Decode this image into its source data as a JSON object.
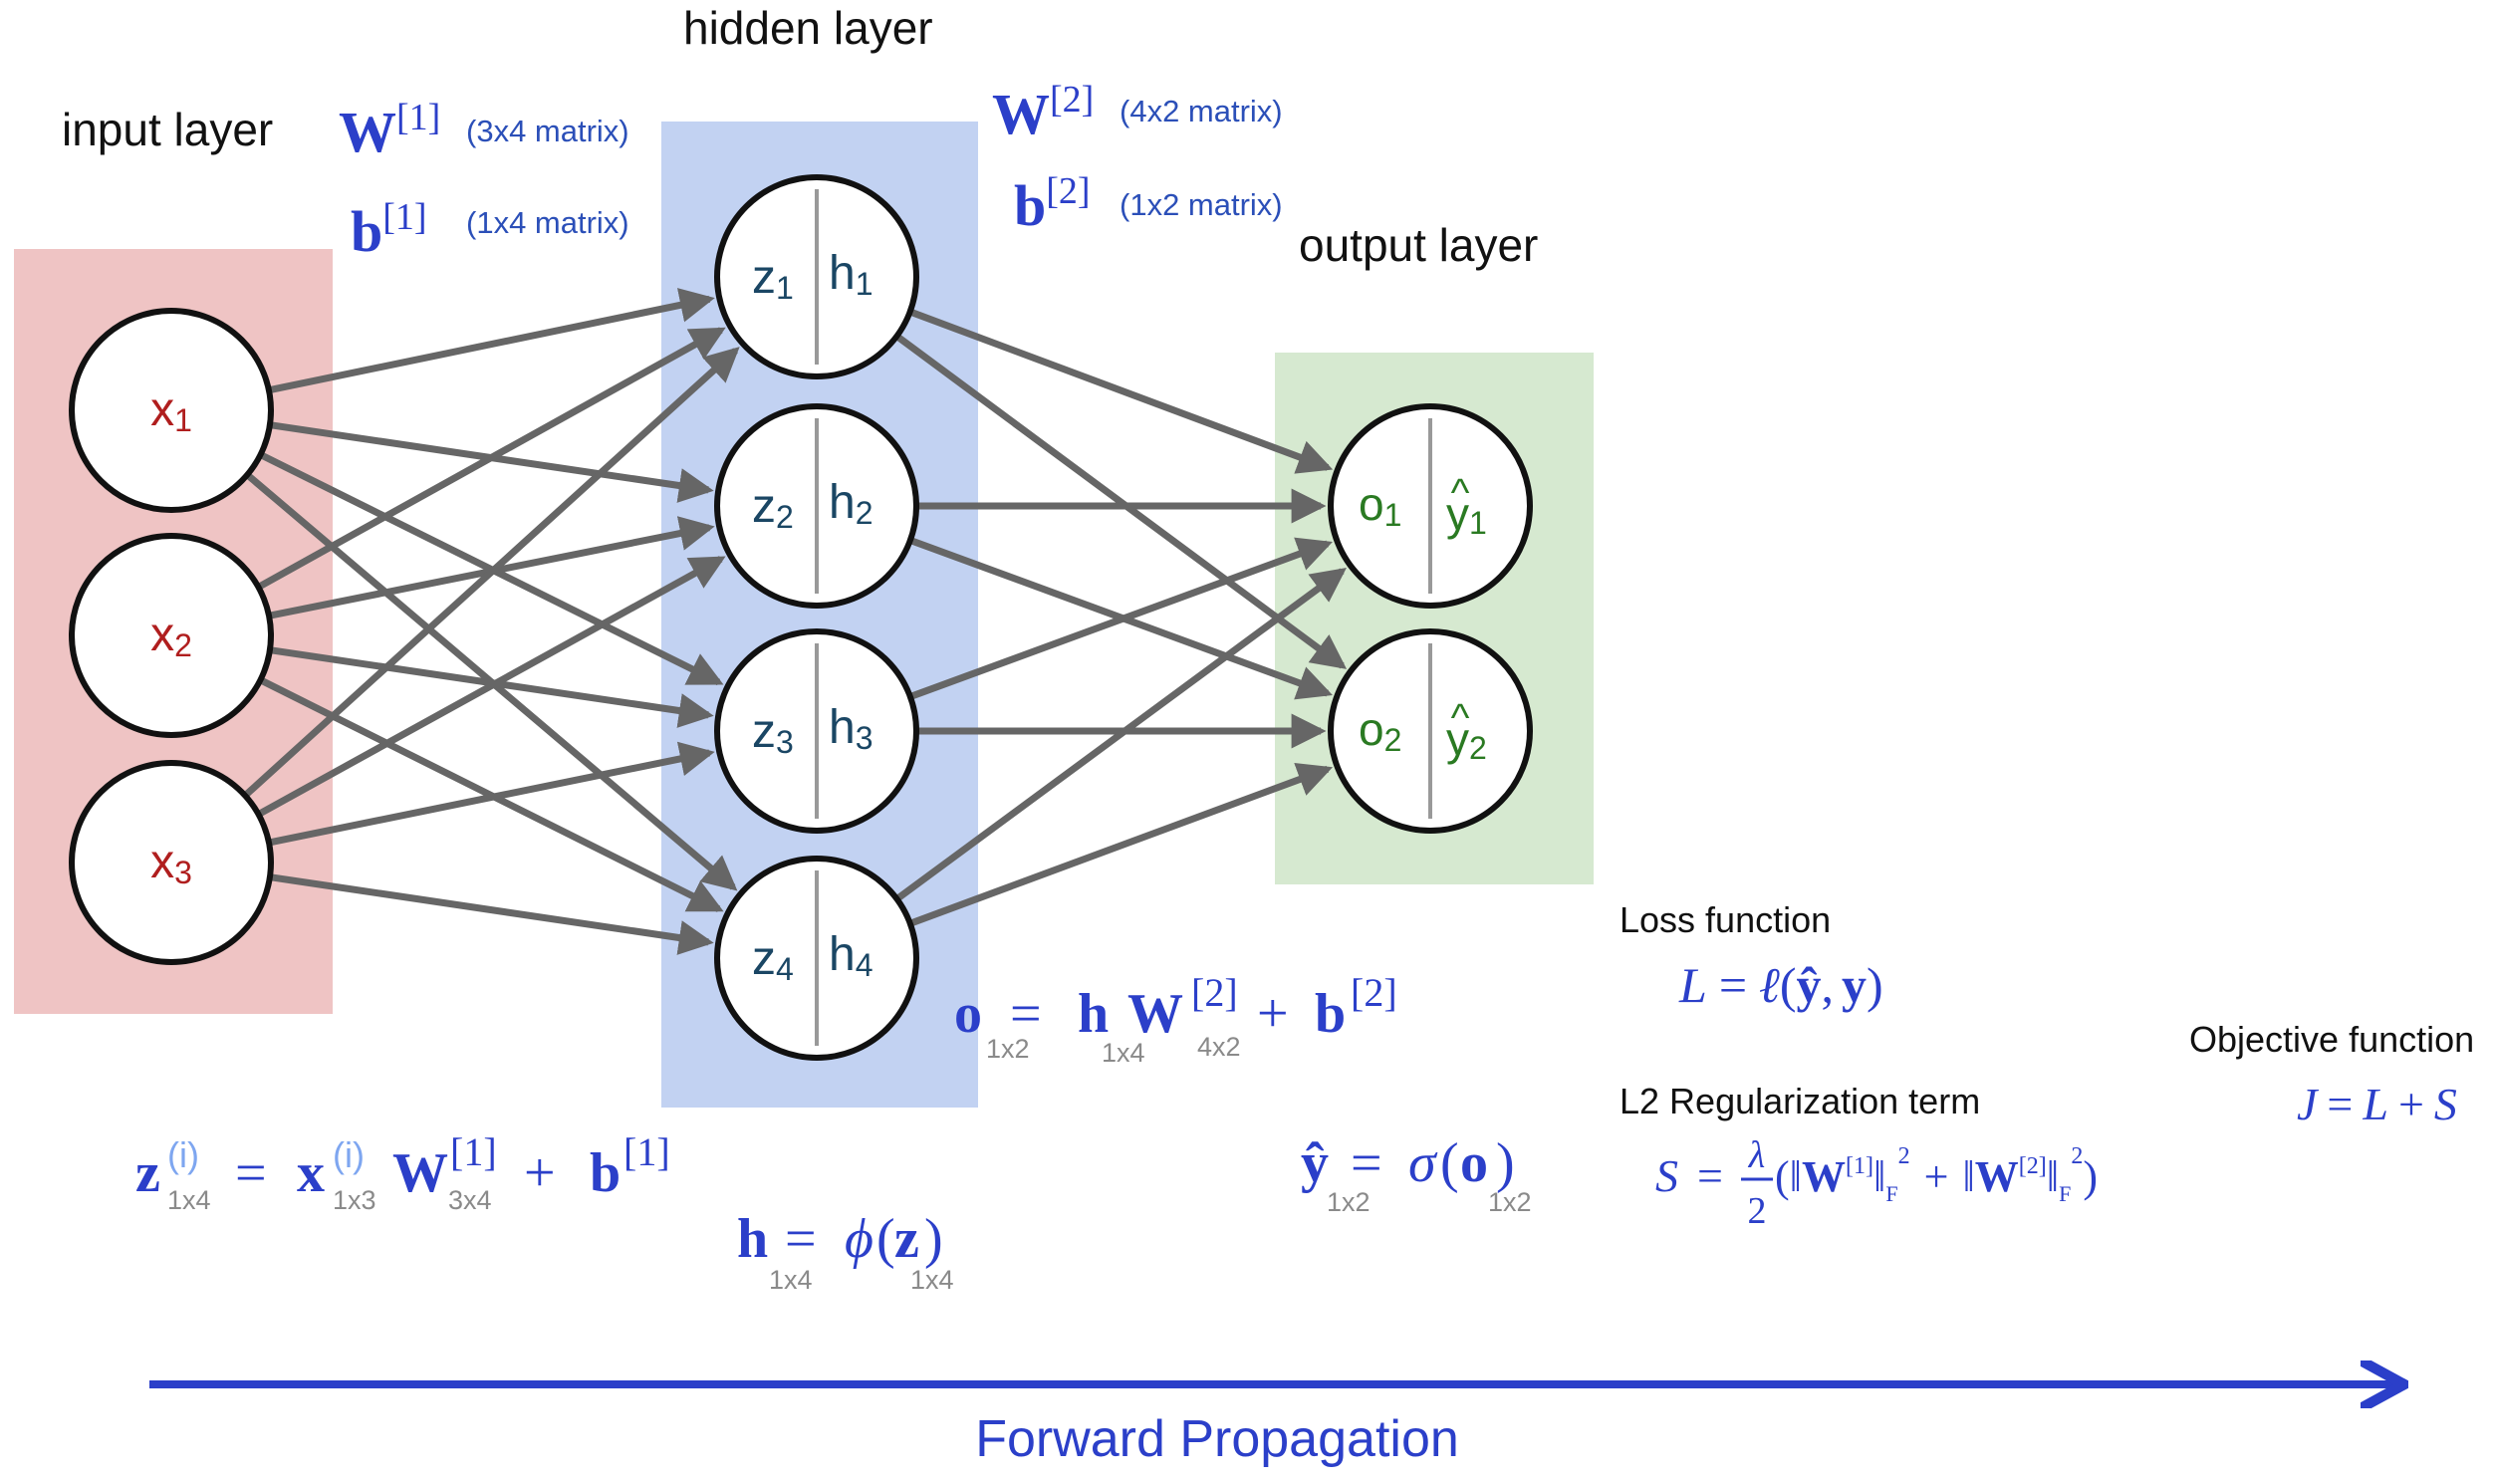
{
  "layers": {
    "input": {
      "title": "input layer",
      "nodes": [
        {
          "base": "x",
          "sub": "1"
        },
        {
          "base": "x",
          "sub": "2"
        },
        {
          "base": "x",
          "sub": "3"
        }
      ]
    },
    "hidden": {
      "title": "hidden layer",
      "nodes": [
        {
          "z": "z",
          "zs": "1",
          "h": "h",
          "hs": "1"
        },
        {
          "z": "z",
          "zs": "2",
          "h": "h",
          "hs": "2"
        },
        {
          "z": "z",
          "zs": "3",
          "h": "h",
          "hs": "3"
        },
        {
          "z": "z",
          "zs": "4",
          "h": "h",
          "hs": "4"
        }
      ]
    },
    "output": {
      "title": "output layer",
      "nodes": [
        {
          "o": "o",
          "os": "1",
          "y": "y",
          "hat": "^",
          "ys": "1"
        },
        {
          "o": "o",
          "os": "2",
          "y": "y",
          "hat": "^",
          "ys": "2"
        }
      ]
    }
  },
  "params": {
    "w1": {
      "sym": "W",
      "sup": "[1]",
      "note": "(3x4 matrix)"
    },
    "b1": {
      "sym": "b",
      "sup": "[1]",
      "note": "(1x4 matrix)"
    },
    "w2": {
      "sym": "W",
      "sup": "[2]",
      "note": "(4x2 matrix)"
    },
    "b2": {
      "sym": "b",
      "sup": "[2]",
      "note": "(1x2 matrix)"
    }
  },
  "equations": {
    "z": {
      "z": "z",
      "zsup": "(i)",
      "zsub": "1x4",
      "eq": "=",
      "x": "x",
      "xsup": "(i)",
      "xsub": "1x3",
      "W": "W",
      "Wsup": "[1]",
      "Wsub": "3x4",
      "plus": "+",
      "b": "b",
      "bsup": "[1]"
    },
    "h": {
      "h": "h",
      "hsub": "1x4",
      "eq": "=",
      "phi": "ϕ",
      "open": "(",
      "z": "z",
      "close": ")",
      "zsub": "1x4"
    },
    "o": {
      "o": "o",
      "osub": "1x2",
      "eq": "=",
      "h": "h",
      "hsub": "1x4",
      "W": "W",
      "Wsup": "[2]",
      "Wsub": "4x2",
      "plus": "+",
      "b": "b",
      "bsup": "[2]"
    },
    "yhat": {
      "y": "ŷ",
      "ysub": "1x2",
      "eq": "=",
      "sigma": "σ",
      "open": "(",
      "o": "o",
      "close": ")",
      "osub": "1x2"
    }
  },
  "loss": {
    "title": "Loss function",
    "L": "L",
    "eq": "=",
    "ell": "ℓ",
    "open": "(",
    "yhat": "ŷ",
    "comma": ",",
    "y": "y",
    "close": ")"
  },
  "regularization": {
    "title": "L2 Regularization term",
    "S": "S",
    "eq": "=",
    "lambda": "λ",
    "two": "2",
    "open": "(",
    "norm1": "‖",
    "W1": "W",
    "W1sup": "[1]",
    "norm1b": "‖",
    "F1": "F",
    "sq1": "2",
    "plus": "+",
    "norm2": "‖",
    "W2": "W",
    "W2sup": "[2]",
    "norm2b": "‖",
    "F2": "F",
    "sq2": "2",
    "close": ")"
  },
  "objective": {
    "title": "Objective function",
    "J": "J",
    "eq": "=",
    "L": "L",
    "plus": "+",
    "S": "S"
  },
  "arrow": {
    "label": "Forward Propagation"
  },
  "colors": {
    "input_bg": "#efc4c4",
    "hidden_bg": "#c2d2f2",
    "output_bg": "#d6e9d0",
    "input_text": "#b01e1e",
    "hidden_text": "#1a4664",
    "output_text": "#2a7a22",
    "math": "#2b3fc9",
    "arrow": "#2b3fc9"
  }
}
